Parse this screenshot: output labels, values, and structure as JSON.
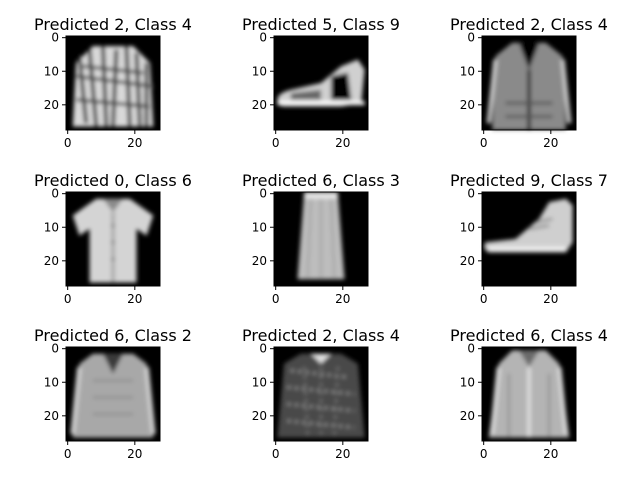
{
  "figure": {
    "panels": [
      {
        "title": "Predicted 2, Class 4",
        "item": "shirt-patterned"
      },
      {
        "title": "Predicted 5, Class 9",
        "item": "sandal"
      },
      {
        "title": "Predicted 2, Class 4",
        "item": "cardigan"
      },
      {
        "title": "Predicted 0, Class 6",
        "item": "tshirt"
      },
      {
        "title": "Predicted 6, Class 3",
        "item": "skirt"
      },
      {
        "title": "Predicted 9, Class 7",
        "item": "sneaker"
      },
      {
        "title": "Predicted 6, Class 2",
        "item": "sweater-light"
      },
      {
        "title": "Predicted 2, Class 4",
        "item": "sweater-dark"
      },
      {
        "title": "Predicted 6, Class 4",
        "item": "coat"
      }
    ]
  },
  "chart_data": {
    "type": "image-grid",
    "rows": 3,
    "cols": 3,
    "image_size": [
      28,
      28
    ],
    "colormap": "gray",
    "x_ticks": [
      "0",
      "20"
    ],
    "y_ticks": [
      "0",
      "10",
      "20"
    ],
    "panels": [
      {
        "predicted": 2,
        "class": 4
      },
      {
        "predicted": 5,
        "class": 9
      },
      {
        "predicted": 2,
        "class": 4
      },
      {
        "predicted": 0,
        "class": 6
      },
      {
        "predicted": 6,
        "class": 3
      },
      {
        "predicted": 9,
        "class": 7
      },
      {
        "predicted": 6,
        "class": 2
      },
      {
        "predicted": 2,
        "class": 4
      },
      {
        "predicted": 6,
        "class": 4
      }
    ]
  }
}
